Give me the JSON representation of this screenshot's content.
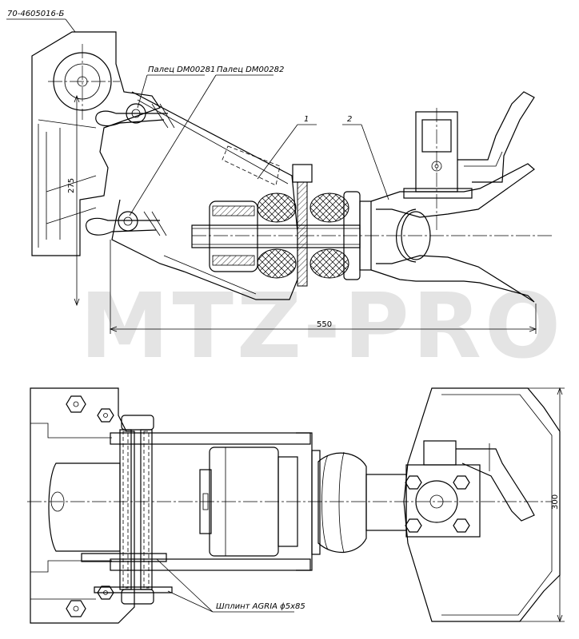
{
  "drawing": {
    "part_number": "70-4605016-Б",
    "watermark": "MTZ-PRO",
    "callouts": {
      "pin_1": "Палец DM00281",
      "pin_2": "Палец DM00282",
      "item_1": "1",
      "item_2": "2",
      "cotter_pin": "Шплинт AGRIA  ϕ5x85"
    },
    "dimensions": {
      "height": "275",
      "length": "550",
      "width": "300"
    }
  }
}
